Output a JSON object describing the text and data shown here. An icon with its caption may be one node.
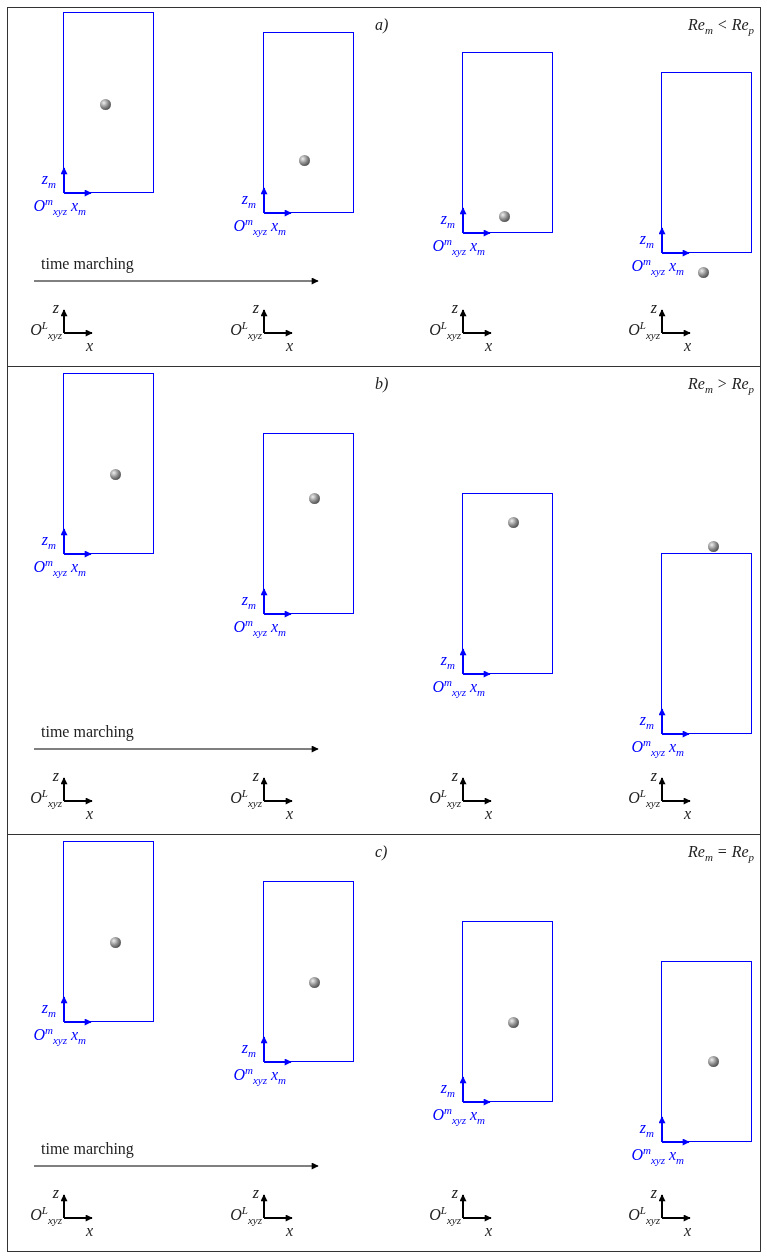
{
  "diagram": {
    "nodes": [
      {
        "text": [
          "a)",
          "Re$_{m}$ < Re$_{p}$"
        ]
      },
      {
        "text": [],
        "shape": "box",
        "in": 0
      },
      {
        "text": [],
        "shape": "box",
        "in": 0
      },
      {
        "text": [],
        "shape": "box",
        "in": 0
      },
      {
        "text": [],
        "shape": "box",
        "in": 0
      },
      {
        "text": [],
        "shape": "circle",
        "in": 1
      },
      {
        "text": [],
        "shape": "circle",
        "in": 2
      },
      {
        "text": [],
        "shape": "circle",
        "in": 3
      },
      {
        "text": [],
        "shape": "circle",
        "in": 0
      },
      {
        "text": [
          "b)",
          "Re$_{m}$ > Re$_{p}$"
        ]
      },
      {
        "text": [],
        "shape": "box",
        "in": 9
      },
      {
        "text": [],
        "shape": "box",
        "in": 9
      },
      {
        "text": [],
        "shape": "box",
        "in": 9
      },
      {
        "text": [],
        "shape": "box",
        "in": 9
      },
      {
        "text": [],
        "shape": "circle",
        "in": 10
      },
      {
        "text": [],
        "shape": "circle",
        "in": 11
      },
      {
        "text": [],
        "shape": "circle",
        "in": 12
      },
      {
        "text": [],
        "shape": "circle",
        "in": 9
      },
      {
        "text": [
          "c)",
          "Re$_{m}$ = Re$_{p}$"
        ]
      },
      {
        "text": [],
        "shape": "box",
        "in": 18
      },
      {
        "text": [],
        "shape": "box",
        "in": 18
      },
      {
        "text": [],
        "shape": "box",
        "in": 18
      },
      {
        "text": [],
        "shape": "box",
        "in": 18
      },
      {
        "text": [],
        "shape": "circle",
        "in": 19
      },
      {
        "text": [],
        "shape": "circle",
        "in": 20
      },
      {
        "text": [],
        "shape": "circle",
        "in": 21
      },
      {
        "text": [],
        "shape": "circle",
        "in": 22
      }
    ],
    "labels": [
      "z$_{m}$",
      "O$^{m}$$_{xyz}$",
      "x$_{m}$",
      "z$_{m}$",
      "O$^{m}$$_{xyz}$",
      "x$_{m}$",
      "z$_{m}$",
      "O$^{m}$$_{xyz}$",
      "x$_{m}$",
      "z$_{m}$",
      "O$^{m}$$_{xyz}$",
      "x$_{m}$",
      "time marching",
      "z",
      "O$^{L}$$_{xyz}$",
      "x",
      "z",
      "O$^{L}$$_{xyz}$",
      "x",
      "z",
      "O$^{L}$$_{xyz}$",
      "x",
      "z",
      "O$^{L}$$_{xyz}$",
      "x",
      "z$_{m}$",
      "O$^{m}$$_{xyz}$",
      "x$_{m}$",
      "z$_{m}$",
      "O$^{m}$$_{xyz}$",
      "x$_{m}$",
      "z$_{m}$",
      "O$^{m}$$_{xyz}$",
      "x$_{m}$",
      "z$_{m}$",
      "O$^{m}$$_{xyz}$",
      "x$_{m}$",
      "time marching",
      "z",
      "O$^{L}$$_{xyz}$",
      "x",
      "z",
      "O$^{L}$$_{xyz}$",
      "x",
      "z",
      "O$^{L}$$_{xyz}$",
      "x",
      "z",
      "O$^{L}$$_{xyz}$",
      "x",
      "z$_{m}$",
      "O$^{m}$$_{xyz}$",
      "x$_{m}$",
      "z$_{m}$",
      "O$^{m}$$_{xyz}$",
      "x$_{m}$",
      "z$_{m}$",
      "O$^{m}$$_{xyz}$",
      "x$_{m}$",
      "z$_{m}$",
      "O$^{m}$$_{xyz}$",
      "x$_{m}$",
      "time marching",
      "z",
      "O$^{L}$$_{xyz}$",
      "x",
      "z",
      "O$^{L}$$_{xyz}$",
      "x",
      "z",
      "O$^{L}$$_{xyz}$",
      "x",
      "z",
      "O$^{L}$$_{xyz}$",
      "x"
    ]
  }
}
